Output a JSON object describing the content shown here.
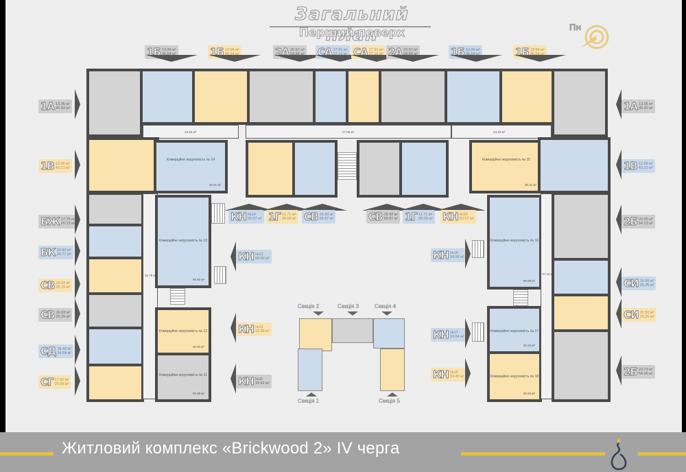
{
  "header": {
    "title": "Загальний план",
    "subtitle": "Перший поверх",
    "compass_label": "Пн"
  },
  "top_labels": [
    {
      "code": "1Б",
      "area1": "13.96 м²",
      "area2": "40.54 м²",
      "color": "gray"
    },
    {
      "code": "1Б",
      "area1": "13.96 м²",
      "area2": "40.54 м²",
      "color": "yellow"
    },
    {
      "code": "2А",
      "area1": "20.57 м²",
      "area2": "58.84 м²",
      "color": "gray"
    },
    {
      "code": "СА",
      "area1": "17.91 м²",
      "area2": "27.10 м²",
      "color": "blue"
    },
    {
      "code": "СА",
      "area1": "17.91 м²",
      "area2": "27.10 м²",
      "color": "yellow"
    },
    {
      "code": "2А",
      "area1": "20.57 м²",
      "area2": "58.84 м²",
      "color": "gray"
    },
    {
      "code": "1Б",
      "area1": "13.96 м²",
      "area2": "40.54 м²",
      "color": "blue"
    },
    {
      "code": "1Б",
      "area1": "13.96 м²",
      "area2": "40.54 м²",
      "color": "yellow"
    }
  ],
  "left_labels": [
    {
      "code": "1А",
      "area1": "13.05 м²",
      "area2": "46.43 м²",
      "color": "gray"
    },
    {
      "code": "1В",
      "area1": "12.05 м²",
      "area2": "43.21 м²",
      "color": "yellow"
    },
    {
      "code": "БЖ",
      "area1": "17.75 м²",
      "area2": "26.13 м²",
      "color": "gray"
    },
    {
      "code": "БК",
      "area1": "16.50 м²",
      "area2": "24.77 м²",
      "color": "blue"
    },
    {
      "code": "СВ",
      "area1": "16.93 м²",
      "area2": "25.29 м²",
      "color": "yellow"
    },
    {
      "code": "СВ",
      "area1": "16.93 м²",
      "area2": "25.29 м²",
      "color": "gray"
    },
    {
      "code": "СД",
      "area1": "16.42 м²",
      "area2": "24.64 м²",
      "color": "blue"
    },
    {
      "code": "СГ",
      "area1": "17.60 м²",
      "area2": "26.69 м²",
      "color": "yellow"
    }
  ],
  "right_labels": [
    {
      "code": "1А",
      "area1": "13.05 м²",
      "area2": "46.43 м²",
      "color": "gray"
    },
    {
      "code": "1В",
      "area1": "12.05 м²",
      "area2": "43.21 м²",
      "color": "blue"
    },
    {
      "code": "2Б",
      "area1": "20.39 м²",
      "area2": "54.13 м²",
      "color": "gray"
    },
    {
      "code": "СИ",
      "area1": "15.50 м²",
      "area2": "25.25 м²",
      "color": "blue"
    },
    {
      "code": "СИ",
      "area1": "15.50 м²",
      "area2": "25.25 м²",
      "color": "yellow"
    },
    {
      "code": "2Б",
      "area1": "20.73 м²",
      "area2": "54.06 м²",
      "color": "gray"
    }
  ],
  "center_labels": [
    {
      "code": "КН",
      "area1": "№14",
      "area2": "50.07 м²",
      "color": "blue"
    },
    {
      "code": "1Г",
      "area1": "11.71 м²",
      "area2": "28.09 м²",
      "color": "yellow"
    },
    {
      "code": "СВ",
      "area1": "19.43 м²",
      "area2": "28.87 м²",
      "color": "blue"
    },
    {
      "code": "СВ",
      "area1": "19.43 м²",
      "area2": "28.87 м²",
      "color": "gray"
    },
    {
      "code": "1Г",
      "area1": "11.71 м²",
      "area2": "28.09 м²",
      "color": "blue"
    },
    {
      "code": "КН",
      "area1": "№15",
      "area2": "50.07 м²",
      "color": "yellow"
    }
  ],
  "inner_left_labels": [
    {
      "code": "КН",
      "area1": "№13",
      "area2": "98.90 м²",
      "color": "blue"
    },
    {
      "code": "КН",
      "area1": "№12",
      "area2": "33.36 м²",
      "color": "yellow"
    },
    {
      "code": "КН",
      "area1": "№11",
      "area2": "33.42 м²",
      "color": "gray"
    }
  ],
  "inner_right_labels": [
    {
      "code": "КН",
      "area1": "№16",
      "area2": "99.99 м²",
      "color": "blue"
    },
    {
      "code": "КН",
      "area1": "№17",
      "area2": "33.54 м²",
      "color": "blue"
    },
    {
      "code": "КН",
      "area1": "№18",
      "area2": "33.45 м²",
      "color": "yellow"
    }
  ],
  "commercial": {
    "n14": {
      "name": "Комерційне нерухомість № 14",
      "area": "48.31 м²"
    },
    "n13": {
      "name": "Комерційне нерухомість № 13",
      "area": "98.90 м²"
    },
    "n12": {
      "name": "Комерційне нерухомість № 12",
      "area": "30.33 м²"
    },
    "n11": {
      "name": "Комерційне нерухомість № 11",
      "area": "30.39 м²"
    },
    "n15": {
      "name": "Комерційне нерухомість № 15",
      "area": "48.31 м²"
    },
    "n16": {
      "name": "Комерційне нерухомість № 16",
      "area": "99.99 м²"
    },
    "n17": {
      "name": "Комерційне нерухомість № 17",
      "area": "30.33 м²"
    },
    "n18": {
      "name": "Комерційне нерухомість № 18",
      "area": "30.34 м²"
    }
  },
  "corridors": {
    "left_top": "24.33 м²",
    "center": "27.08 м²",
    "right_top": "24.33 м²",
    "left_side": "32.78 м²",
    "right_side": "37.44 м²"
  },
  "minimap": {
    "sections": [
      "Секція 1",
      "Секція 2",
      "Секція 3",
      "Секція 4",
      "Секція 5"
    ]
  },
  "footer": {
    "text": "Житловий комплекс «Brickwood 2» IV черга"
  },
  "colors": {
    "accent_yellow": "#e0c23f",
    "apt_gray": "#d4d4d4",
    "apt_blue": "#cddcec",
    "apt_yellow": "#fbe3af",
    "wall": "#4a4a4a"
  }
}
